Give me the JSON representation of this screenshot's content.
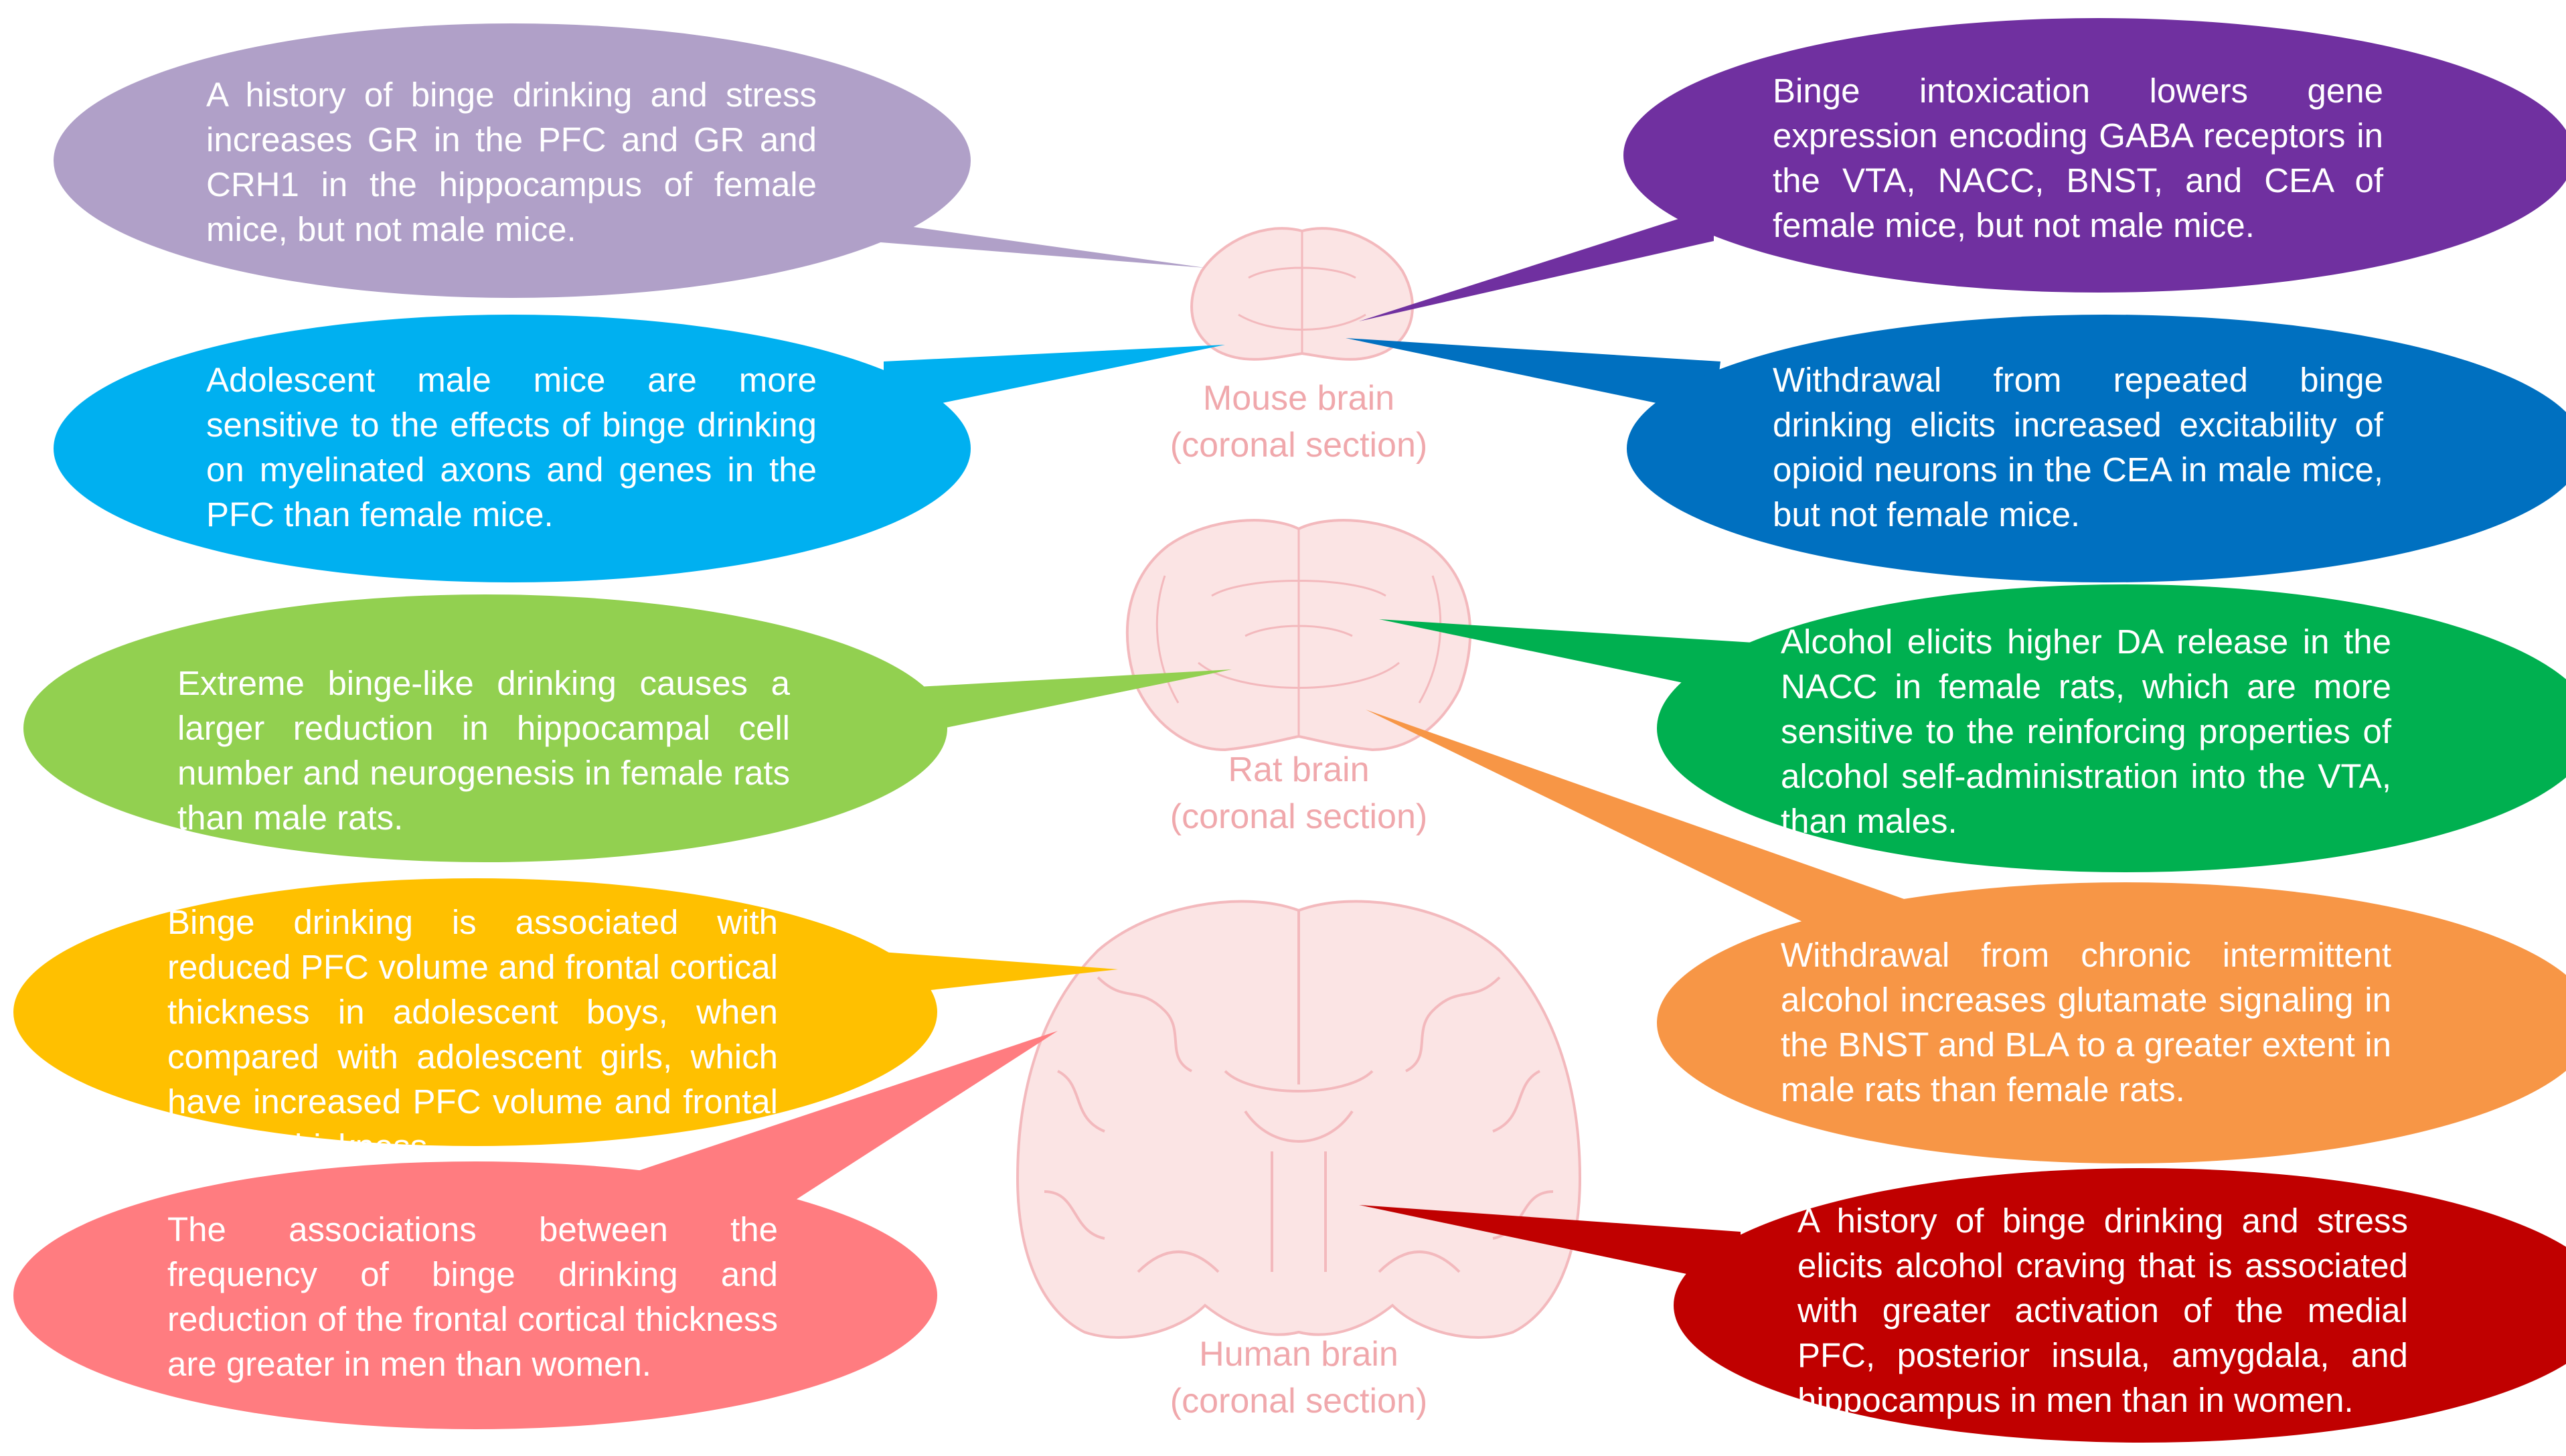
{
  "colors": {
    "lavender": "#b0a0c8",
    "purple": "#7030a0",
    "sky_blue": "#00b0f0",
    "blue": "#0070c0",
    "lime_green": "#92d050",
    "green": "#00b050",
    "yellow": "#ffc000",
    "orange": "#f79646",
    "pink": "#ff7c80",
    "red": "#c00000",
    "brain_fill": "#fbe4e4",
    "brain_line": "#f3b9bd",
    "label": "#f0a8ac"
  },
  "brains": {
    "mouse": {
      "name": "Mouse brain",
      "section": "(coronal section)"
    },
    "rat": {
      "name": "Rat brain",
      "section": "(coronal section)"
    },
    "human": {
      "name": "Human brain",
      "section": "(coronal section)"
    }
  },
  "callouts": {
    "mouse_left_1": "A history of binge drinking and stress increases GR in the PFC and GR and CRH1 in the hippocampus of female mice, but not male mice.",
    "mouse_left_2": "Adolescent male mice are more sensitive to the effects of binge drinking on myelinated axons and genes in the PFC than female mice.",
    "mouse_right_1": "Binge intoxication lowers gene expression encoding GABA receptors in the VTA, NACC, BNST, and CEA of female mice, but not male mice.",
    "mouse_right_2": "Withdrawal from repeated binge drinking elicits increased excitability of opioid neurons in the CEA in male mice, but not female mice.",
    "rat_left": "Extreme binge-like drinking causes a larger reduction in hippocampal cell number and neurogenesis in female rats than male rats.",
    "rat_right_1": "Alcohol elicits higher DA release in the NACC in female rats, which are more sensitive to the reinforcing properties of alcohol self-administration into the VTA, than males.",
    "rat_right_2": "Withdrawal from chronic intermittent alcohol increases glutamate signaling in the BNST and BLA to a greater extent in male rats than female rats.",
    "human_left_1": "Binge drinking is associated with reduced PFC volume and frontal cortical thickness in adolescent boys, when compared with adolescent girls, which have increased PFC volume and frontal cortical thickness.",
    "human_left_2": "The associations between the frequency of binge drinking and reduction of the frontal cortical thickness are greater in men than women.",
    "human_right": "A history of binge drinking and stress elicits alcohol craving that is associated with greater activation of the medial PFC, posterior insula, amygdala, and hippocampus in men than in women."
  }
}
